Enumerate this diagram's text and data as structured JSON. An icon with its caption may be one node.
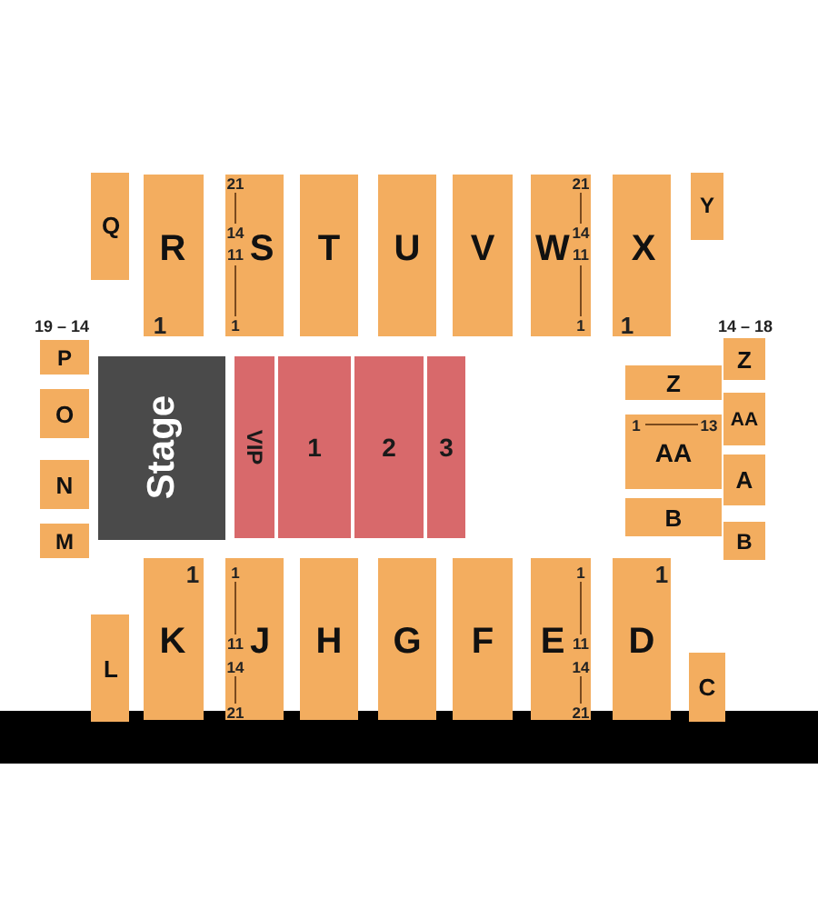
{
  "diagram": {
    "nodes": [
      {
        "text": [
          "Q"
        ]
      },
      {
        "text": [
          "R",
          "1"
        ]
      },
      {
        "text": [
          "S",
          "21",
          "14",
          "11",
          "1"
        ]
      },
      {
        "text": [
          "T"
        ]
      },
      {
        "text": [
          "U"
        ]
      },
      {
        "text": [
          "V"
        ]
      },
      {
        "text": [
          "W",
          "21",
          "14",
          "11",
          "1"
        ]
      },
      {
        "text": [
          "X",
          "1"
        ]
      },
      {
        "text": [
          "Y"
        ]
      },
      {
        "text": [
          "P"
        ],
        "beside": [
          "19 – 14"
        ]
      },
      {
        "text": [
          "O"
        ]
      },
      {
        "text": [
          "N"
        ]
      },
      {
        "text": [
          "M"
        ]
      },
      {
        "text": [
          "Stage"
        ]
      },
      {
        "text": [
          "VIP"
        ]
      },
      {
        "text": [
          "1"
        ]
      },
      {
        "text": [
          "2"
        ]
      },
      {
        "text": [
          "3"
        ]
      },
      {
        "text": [
          "Z"
        ]
      },
      {
        "text": [
          "Z"
        ],
        "beside": [
          "14 – 18"
        ]
      },
      {
        "text": [
          "AA",
          "1",
          "13"
        ]
      },
      {
        "text": [
          "AA"
        ]
      },
      {
        "text": [
          "A"
        ]
      },
      {
        "text": [
          "B"
        ]
      },
      {
        "text": [
          "B"
        ]
      },
      {
        "text": [
          "L"
        ]
      },
      {
        "text": [
          "K",
          "1"
        ]
      },
      {
        "text": [
          "J",
          "1",
          "11",
          "14",
          "21"
        ]
      },
      {
        "text": [
          "H"
        ]
      },
      {
        "text": [
          "G"
        ]
      },
      {
        "text": [
          "F"
        ]
      },
      {
        "text": [
          "E",
          "1",
          "11",
          "14",
          "21"
        ]
      },
      {
        "text": [
          "D",
          "1"
        ]
      },
      {
        "text": [
          "C"
        ]
      }
    ]
  }
}
